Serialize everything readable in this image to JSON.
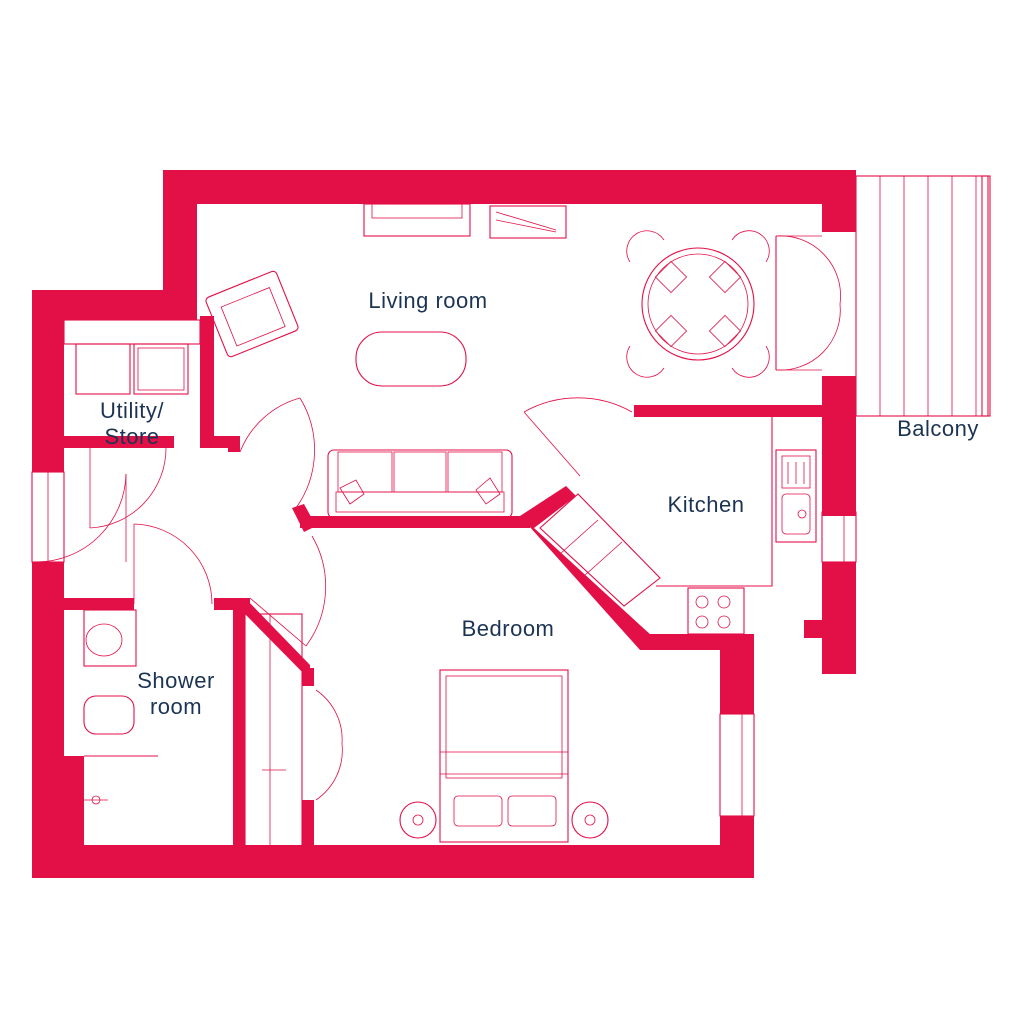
{
  "colors": {
    "wall": "#e30f47",
    "line": "#e30f47",
    "text": "#1c3454",
    "background": "#ffffff"
  },
  "rooms": {
    "living_room": "Living room",
    "utility_store": "Utility/\nStore",
    "balcony": "Balcony",
    "kitchen": "Kitchen",
    "bedroom": "Bedroom",
    "shower_room": "Shower\nroom"
  }
}
